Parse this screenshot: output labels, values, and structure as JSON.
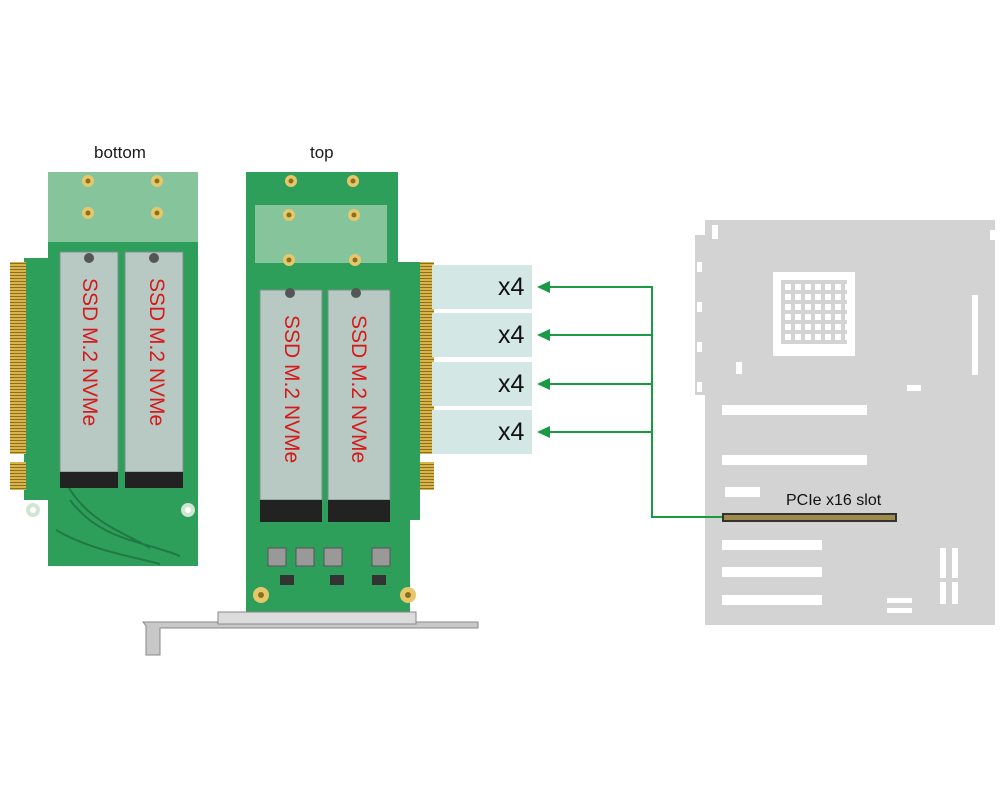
{
  "labels": {
    "bottom": "bottom",
    "top": "top"
  },
  "ssd": {
    "module_label": "SSD M.2 NVMe"
  },
  "lanes": [
    {
      "label": "x4"
    },
    {
      "label": "x4"
    },
    {
      "label": "x4"
    },
    {
      "label": "x4"
    }
  ],
  "motherboard": {
    "slot_label": "PCIe x16 slot"
  },
  "colors": {
    "pcb": "#2e9e5b",
    "pcb_dark": "#1f7a43",
    "gold": "#c9a640",
    "ssd_fill": "#b8c9c4",
    "ssd_text": "#d41a1a",
    "lane_bg": "#d3e8e4",
    "arrow": "#1a9a45",
    "motherboard": "#d3d3d3",
    "bracket": "#c8c8c8"
  }
}
